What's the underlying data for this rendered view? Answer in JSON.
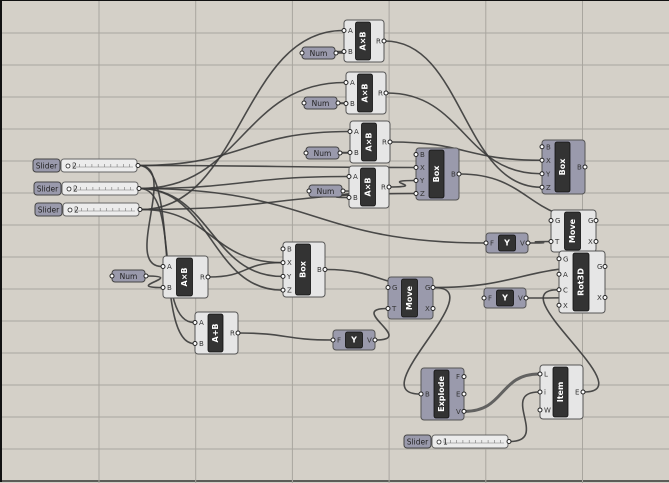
{
  "canvas": {
    "title": "Grasshopper definition canvas"
  },
  "colors": {
    "background": "#d4d0c8",
    "grid": "#a9a69f",
    "wire": "#3a3a3a",
    "light_node": "#e6e6e6",
    "dark_node": "#9a9aac",
    "core": "#333333"
  },
  "sliders": [
    {
      "id": "s1",
      "label": "Slider",
      "value": "2"
    },
    {
      "id": "s2",
      "label": "Slider",
      "value": "2"
    },
    {
      "id": "s3",
      "label": "Slider",
      "value": "2"
    },
    {
      "id": "s4",
      "label": "Slider",
      "value": "1"
    }
  ],
  "params": [
    {
      "id": "n1",
      "label": "Num"
    },
    {
      "id": "n2",
      "label": "Num"
    },
    {
      "id": "n3",
      "label": "Num"
    },
    {
      "id": "n4",
      "label": "Num"
    },
    {
      "id": "n5",
      "label": "Num"
    }
  ],
  "components": [
    {
      "id": "m1",
      "name": "A×B",
      "style": "light",
      "inputs": [
        "A",
        "B"
      ],
      "outputs": [
        "R"
      ]
    },
    {
      "id": "m2",
      "name": "A×B",
      "style": "light",
      "inputs": [
        "A",
        "B"
      ],
      "outputs": [
        "R"
      ]
    },
    {
      "id": "m3",
      "name": "A×B",
      "style": "light",
      "inputs": [
        "A",
        "B"
      ],
      "outputs": [
        "R"
      ]
    },
    {
      "id": "m4",
      "name": "A×B",
      "style": "light",
      "inputs": [
        "A",
        "B"
      ],
      "outputs": [
        "R"
      ]
    },
    {
      "id": "m5",
      "name": "A×B",
      "style": "light",
      "inputs": [
        "A",
        "B"
      ],
      "outputs": [
        "R"
      ]
    },
    {
      "id": "add1",
      "name": "A+B",
      "style": "light",
      "inputs": [
        "A",
        "B"
      ],
      "outputs": [
        "R"
      ]
    },
    {
      "id": "box1",
      "name": "Box",
      "style": "dark",
      "inputs": [
        "B",
        "X",
        "Y",
        "Z"
      ],
      "outputs": [
        "B"
      ]
    },
    {
      "id": "box2",
      "name": "Box",
      "style": "light",
      "inputs": [
        "B",
        "X",
        "Y",
        "Z"
      ],
      "outputs": [
        "B"
      ]
    },
    {
      "id": "box3",
      "name": "Box",
      "style": "dark",
      "inputs": [
        "B",
        "X",
        "Y",
        "Z"
      ],
      "outputs": [
        "B"
      ]
    },
    {
      "id": "mv1",
      "name": "Move",
      "style": "light",
      "inputs": [
        "G",
        "T"
      ],
      "outputs": [
        "G",
        "X"
      ]
    },
    {
      "id": "mv2",
      "name": "Move",
      "style": "dark",
      "inputs": [
        "G",
        "T"
      ],
      "outputs": [
        "G",
        "X"
      ]
    },
    {
      "id": "y1",
      "name": "Y",
      "style": "dark",
      "inputs": [
        "F"
      ],
      "outputs": [
        "V"
      ]
    },
    {
      "id": "y2",
      "name": "Y",
      "style": "dark",
      "inputs": [
        "F"
      ],
      "outputs": [
        "V"
      ]
    },
    {
      "id": "y3",
      "name": "Y",
      "style": "dark",
      "inputs": [
        "F"
      ],
      "outputs": [
        "V"
      ]
    },
    {
      "id": "rot",
      "name": "Rot3D",
      "style": "light",
      "inputs": [
        "G",
        "A",
        "C",
        "X"
      ],
      "outputs": [
        "G",
        "X"
      ]
    },
    {
      "id": "exp",
      "name": "Explode",
      "style": "dark",
      "inputs": [
        "B"
      ],
      "outputs": [
        "F",
        "E",
        "V"
      ]
    },
    {
      "id": "item",
      "name": "Item",
      "style": "light",
      "inputs": [
        "L",
        "i",
        "W"
      ],
      "outputs": [
        "E"
      ]
    }
  ],
  "wires": [
    [
      "s1.out",
      "m3.A"
    ],
    [
      "s1.out",
      "box1.X"
    ],
    [
      "s1.out",
      "m5.A"
    ],
    [
      "s1.out",
      "add1.B"
    ],
    [
      "s2.out",
      "m2.A"
    ],
    [
      "s2.out",
      "m4.A"
    ],
    [
      "s2.out",
      "box2.Y"
    ],
    [
      "s2.out",
      "y2.F"
    ],
    [
      "s2.out",
      "add1.A"
    ],
    [
      "s2.out",
      "box2.Z"
    ],
    [
      "s3.out",
      "m1.A"
    ],
    [
      "s3.out",
      "box1.Z"
    ],
    [
      "s3.out",
      "box2.X"
    ],
    [
      "n1.out",
      "m1.B"
    ],
    [
      "n2.out",
      "m2.B"
    ],
    [
      "n3.out",
      "m3.B"
    ],
    [
      "n4.out",
      "m4.B"
    ],
    [
      "n5.out",
      "m5.B"
    ],
    [
      "m1.R",
      "box3.Z"
    ],
    [
      "m2.R",
      "box3.Y"
    ],
    [
      "m3.R",
      "box3.X"
    ],
    [
      "m4.R",
      "box1.Y"
    ],
    [
      "m5.R",
      "box2.X"
    ],
    [
      "box1.B",
      "mv1.G"
    ],
    [
      "y2.V",
      "mv1.T"
    ],
    [
      "box2.B",
      "mv2.G"
    ],
    [
      "add1.R",
      "y1.F"
    ],
    [
      "y1.V",
      "mv2.T"
    ],
    [
      "mv2.G",
      "rot.G"
    ],
    [
      "y3.V",
      "rot.X"
    ],
    [
      "mv2.G",
      "exp.B"
    ],
    [
      "exp.V",
      "item.L"
    ],
    [
      "s4.out",
      "item.i"
    ],
    [
      "item.E",
      "rot.C"
    ]
  ]
}
